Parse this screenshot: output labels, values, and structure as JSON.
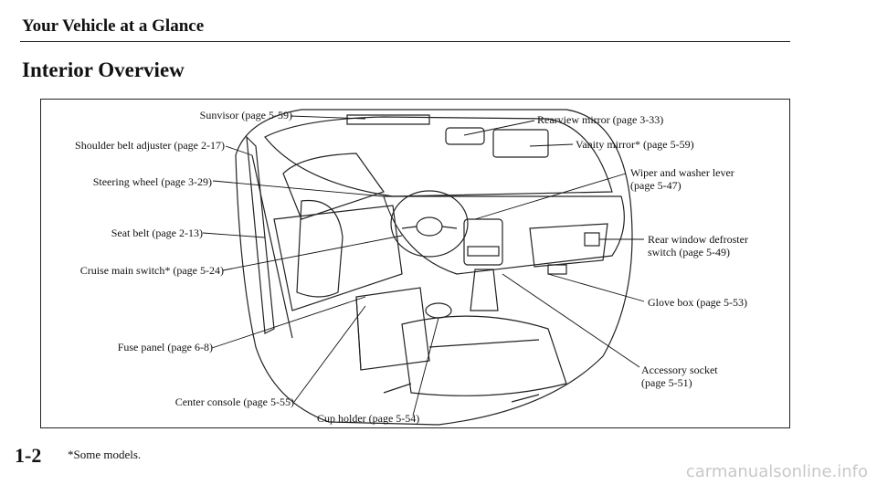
{
  "header": {
    "section_title": "Your Vehicle at a Glance"
  },
  "page_heading": "Interior Overview",
  "callouts": {
    "sunvisor": "Sunvisor (page 5-59)",
    "shoulder_belt": "Shoulder belt adjuster (page 2-17)",
    "steering_wheel": "Steering wheel (page 3-29)",
    "seat_belt": "Seat belt (page 2-13)",
    "cruise": "Cruise main switch* (page 5-24)",
    "fuse_panel": "Fuse panel (page 6-8)",
    "center_console": "Center console (page 5-55)",
    "cup_holder": "Cup holder (page 5-54)",
    "rearview_mirror": "Rearview mirror (page 3-33)",
    "vanity_mirror": "Vanity mirror* (page 5-59)",
    "wiper_line1": "Wiper and washer lever",
    "wiper_line2": "(page 5-47)",
    "defroster_line1": "Rear window defroster",
    "defroster_line2": "switch (page 5-49)",
    "glove_box": "Glove box (page 5-53)",
    "accessory_line1": "Accessory socket",
    "accessory_line2": "(page 5-51)"
  },
  "footer": {
    "page_number": "1-2",
    "footnote": "*Some models."
  },
  "watermark": "carmanualsonline.info"
}
